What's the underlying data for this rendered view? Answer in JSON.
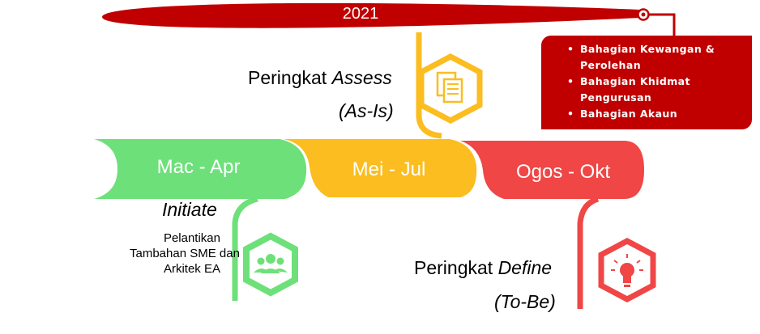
{
  "timeline": {
    "year": "2021"
  },
  "departments": {
    "items": [
      "Bahagian Kewangan & Perolehan",
      "Bahagian Khidmat Pengurusan",
      "Bahagian Akaun"
    ]
  },
  "phases": [
    {
      "label": "Mac - Apr",
      "color": "#6ee07a",
      "title": "Initiate",
      "note_lines": [
        "Pelantikan",
        "Tambahan SME dan",
        "Arkitek EA"
      ],
      "icon": "team-icon"
    },
    {
      "label": "Mei - Jul",
      "color": "#fbbd1f",
      "title_prefix": "Peringkat",
      "title_emphasis": "Assess",
      "subtitle": "(As-Is)",
      "icon": "document-icon"
    },
    {
      "label": "Ogos - Okt",
      "color": "#f04646",
      "title_prefix": "Peringkat",
      "title_emphasis": "Define",
      "subtitle": "(To-Be)",
      "icon": "lightbulb-icon"
    }
  ],
  "colors": {
    "year_bar": "#c00000",
    "green": "#6ee07a",
    "yellow": "#fbbd1f",
    "red": "#f04646",
    "dark_red": "#c00000"
  }
}
